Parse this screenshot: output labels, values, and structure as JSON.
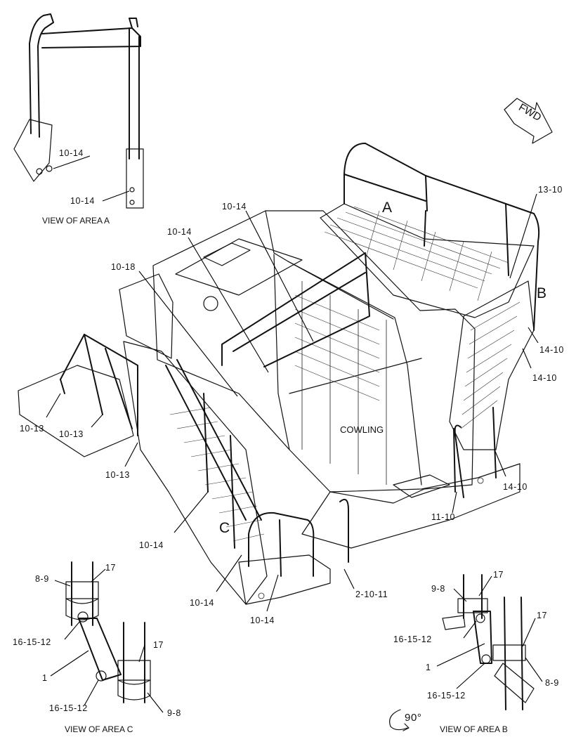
{
  "captions": {
    "view_a": "VIEW OF AREA A",
    "view_b": "VIEW OF AREA B",
    "view_c": "VIEW OF AREA C",
    "cowling": "COWLING",
    "fwd": "FWD",
    "rotate": "90°"
  },
  "area_letters": {
    "a": "A",
    "b": "B",
    "c": "C"
  },
  "callouts": {
    "view_a_top": "10-14",
    "view_a_bottom": "10-14",
    "top_center": "10-14",
    "top_left": "10-14",
    "left_10_18": "10-18",
    "right_13_10": "13-10",
    "right_14_10_a": "14-10",
    "right_14_10_b": "14-10",
    "right_14_10_c": "14-10",
    "right_11_10": "11-10",
    "left_10_13_a": "10-13",
    "left_10_13_b": "10-13",
    "left_10_13_c": "10-13",
    "lower_10_14_a": "10-14",
    "lower_10_14_b": "10-14",
    "lower_10_14_c": "10-14",
    "lower_2_10_11": "2-10-11",
    "c_17_top": "17",
    "c_8_9": "8-9",
    "c_16_15_12_top": "16-15-12",
    "c_17_mid": "17",
    "c_1": "1",
    "c_16_15_12_bottom": "16-15-12",
    "c_9_8": "9-8",
    "b_17_top": "17",
    "b_9_8": "9-8",
    "b_16_15_12_top": "16-15-12",
    "b_17_right": "17",
    "b_1": "1",
    "b_8_9": "8-9",
    "b_16_15_12_bottom": "16-15-12"
  }
}
